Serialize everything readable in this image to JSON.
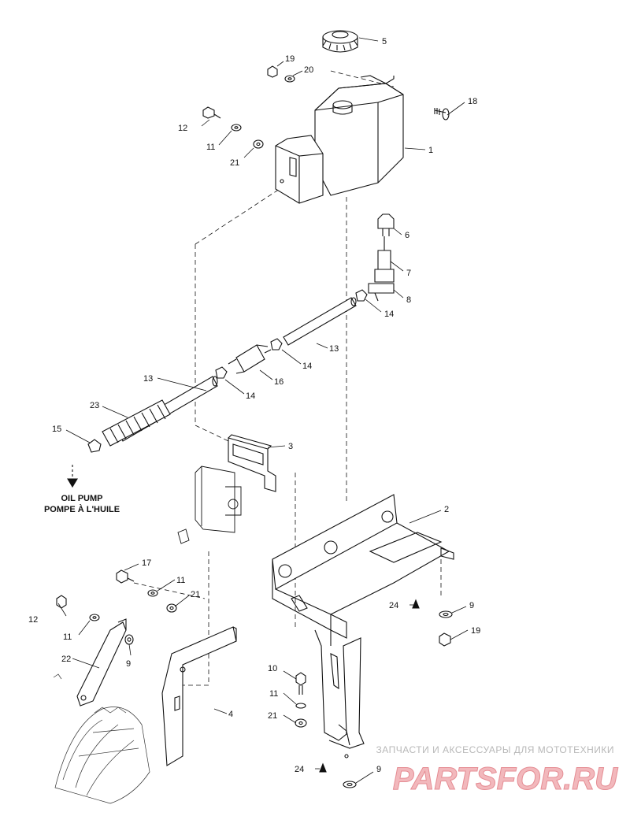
{
  "diagram": {
    "callouts": {
      "c1": "1",
      "c2": "2",
      "c3": "3",
      "c4": "4",
      "c5": "5",
      "c6": "6",
      "c7": "7",
      "c8": "8",
      "c9a": "9",
      "c9b": "9",
      "c9c": "9",
      "c10": "10",
      "c11a": "11",
      "c11b": "11",
      "c11c": "11",
      "c11d": "11",
      "c12a": "12",
      "c12b": "12",
      "c13a": "13",
      "c13b": "13",
      "c14a": "14",
      "c14b": "14",
      "c14c": "14",
      "c15": "15",
      "c16": "16",
      "c17": "17",
      "c18": "18",
      "c19a": "19",
      "c19b": "19",
      "c20": "20",
      "c21a": "21",
      "c21b": "21",
      "c21c": "21",
      "c22": "22",
      "c23": "23",
      "c24a": "24",
      "c24b": "24"
    },
    "oil_pump_label_en": "OIL PUMP",
    "oil_pump_label_fr": "POMPE À L'HUILE"
  },
  "watermark": {
    "tagline": "ЗАПЧАСТИ И АКСЕССУАРЫ ДЛЯ МОТОТЕХНИКИ",
    "logo": "PARTSFOR.RU"
  },
  "colors": {
    "line": "#111111",
    "watermark_text": "#e58d94"
  }
}
